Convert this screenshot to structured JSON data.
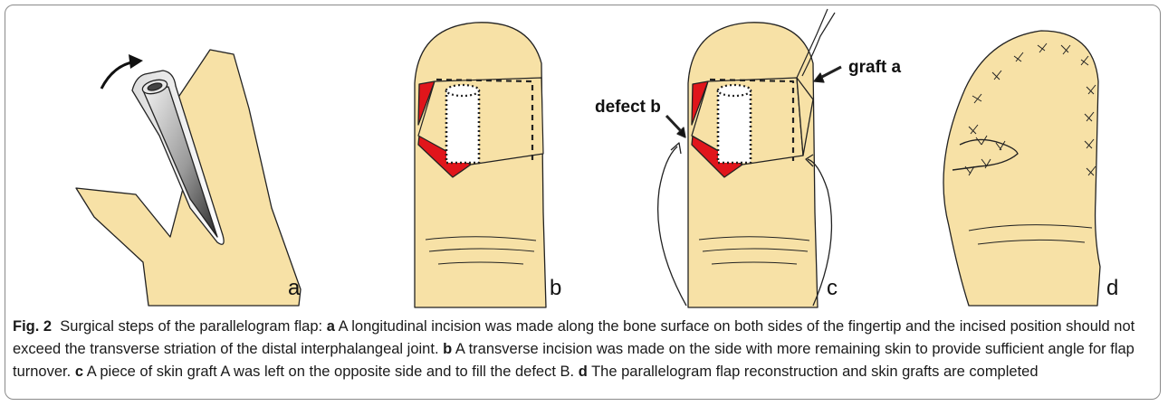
{
  "figure": {
    "panel_labels": [
      "a",
      "b",
      "c",
      "d"
    ],
    "annotations": {
      "defect": "defect b",
      "graft": "graft a"
    }
  },
  "caption": {
    "fig_label": "Fig. 2",
    "intro": "Surgical steps of the parallelogram flap:",
    "steps": [
      {
        "key": "a",
        "text": "A longitudinal incision was made along the bone surface on both sides of the fingertip and the incised position should not exceed the transverse striation of the distal interphalangeal joint."
      },
      {
        "key": "b",
        "text": "A transverse incision was made on the side with more remaining skin to provide sufficient angle for flap turnover."
      },
      {
        "key": "c",
        "text": "A piece of skin graft A was left on the opposite side and to fill the defect B."
      },
      {
        "key": "d",
        "text": "The parallelogram flap reconstruction and skin grafts are completed"
      }
    ]
  },
  "colors": {
    "skin": "#f7e1a6",
    "defect": "#e0151b",
    "outline": "#222222"
  }
}
